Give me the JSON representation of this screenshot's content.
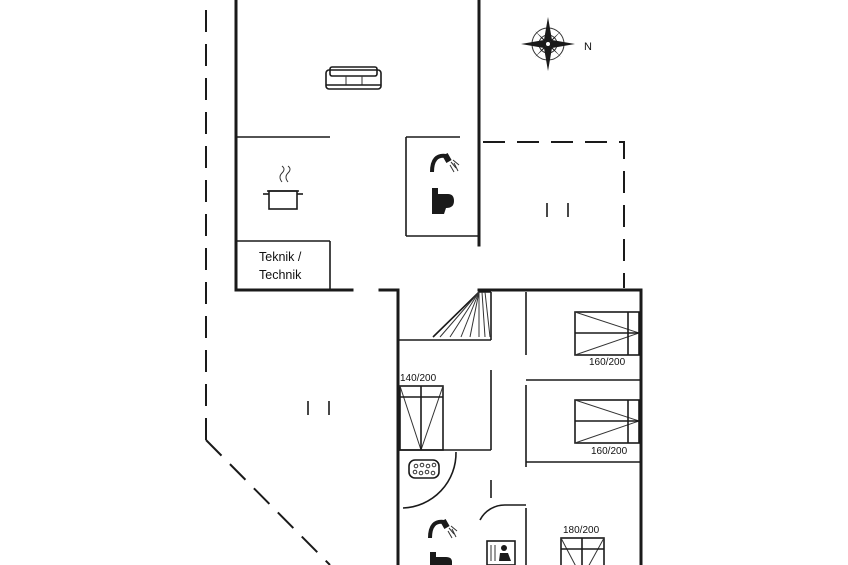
{
  "compass": {
    "north_label": "N"
  },
  "rooms": {
    "technik_line1": "Teknik /",
    "technik_line2": "Technik"
  },
  "beds": [
    {
      "label": "160/200"
    },
    {
      "label": "160/200"
    },
    {
      "label": "140/200"
    },
    {
      "label": "180/200"
    }
  ],
  "icons": [
    "sofa-icon",
    "cooking-pot-icon",
    "shower-icon",
    "toilet-icon",
    "compass-rose-icon",
    "whirlpool-icon",
    "sauna-icon"
  ]
}
